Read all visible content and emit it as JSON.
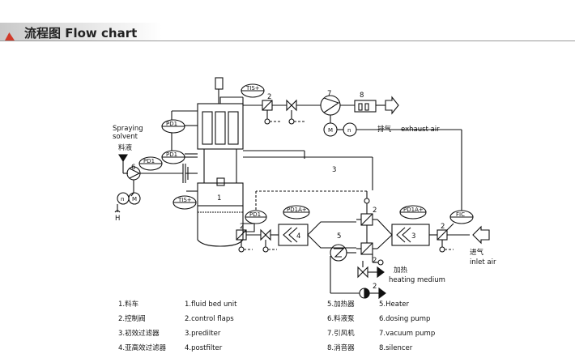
{
  "header": {
    "title": "流程图  Flow chart"
  },
  "instruments": {
    "tis_top": "TIS+",
    "tis_left": "TIS+",
    "pd1_a": "PD1",
    "pd1_b": "PD1",
    "pd1_c": "PD1",
    "pd1_d": "PD1",
    "pd1a_left": "PD1A+",
    "pd1a_right": "PD1A+",
    "fic": "FIC"
  },
  "numbers": {
    "n1": "1",
    "n2a": "2",
    "n2b": "2",
    "n2c": "2",
    "n2d": "2",
    "n2e": "2",
    "n2f": "2",
    "n3": "3",
    "n3b": "3",
    "n4": "4",
    "n5": "5",
    "n6": "6",
    "n7": "7",
    "n8": "8"
  },
  "labels": {
    "spraying": "Spraying",
    "solvent": "solvent",
    "liaoye": "料液",
    "exhaust_cn": "排气",
    "exhaust_en": "exhaust air",
    "jinqi": "进气",
    "inlet_air": "inlet air",
    "jiare": "加热",
    "heating_medium": "heating medium",
    "h": "H",
    "n_sym": "n",
    "m_sym": "M"
  },
  "legend": [
    {
      "cn": "1.料车",
      "en": "1.fluid bed unit",
      "cn2": "5.加热器",
      "en2": "5.Heater"
    },
    {
      "cn": "2.控制阀",
      "en": "2.control flaps",
      "cn2": "6.料液泵",
      "en2": "6.dosing pump"
    },
    {
      "cn": "3.初效过滤器",
      "en": "3.prediIter",
      "cn2": "7.引风机",
      "en2": "7.vacuum pump"
    },
    {
      "cn": "4.亚高效过滤器",
      "en": "4.postfilter",
      "cn2": "8.消音器",
      "en2": "8.silencer"
    }
  ]
}
